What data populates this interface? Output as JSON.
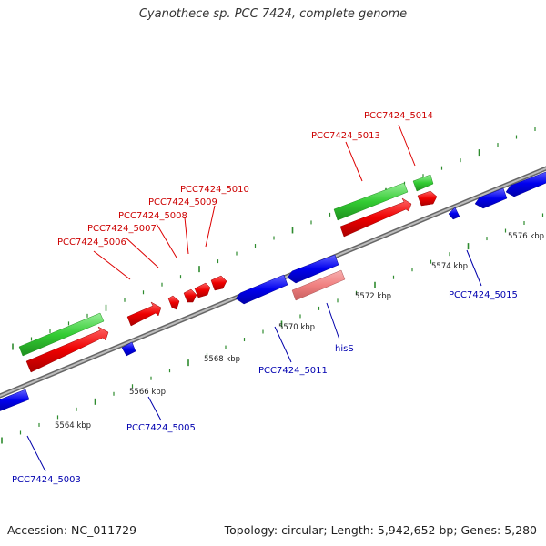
{
  "title": "Cyanothece sp. PCC 7424, complete genome",
  "footer": {
    "accession": "Accession: NC_011729",
    "summary": "Topology: circular; Length: 5,942,652 bp; Genes: 5,280"
  },
  "colors": {
    "backbone": "#8c8c8c",
    "tick": "#2e8b2e",
    "forward_gene": "#ff1a1a",
    "reverse_gene": "#1a1aff",
    "cds_bar": "#33cc33",
    "highlight_gene": "#f08080",
    "forward_label": "#cc0000",
    "reverse_label": "#0000b0"
  },
  "scale_labels": [
    "5564 kbp",
    "5566 kbp",
    "5568 kbp",
    "5570 kbp",
    "5572 kbp",
    "5574 kbp",
    "5576 kbp"
  ],
  "gene_labels": {
    "forward": [
      "PCC7424_5006",
      "PCC7424_5007",
      "PCC7424_5008",
      "PCC7424_5009",
      "PCC7424_5010",
      "PCC7424_5013",
      "PCC7424_5014"
    ],
    "reverse": [
      "PCC7424_5003",
      "PCC7424_5005",
      "PCC7424_5011",
      "hisS",
      "PCC7424_5015"
    ]
  }
}
